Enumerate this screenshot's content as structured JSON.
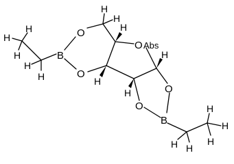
{
  "structure": {
    "atoms": {
      "o_ring_upper_left": "O",
      "o_ring_lower_left": "O",
      "b_left": "B",
      "o_furan_bridge": "O",
      "o_dioxaborolane_right": "O",
      "o_dioxaborolane_bottom": "O",
      "b_right": "B"
    },
    "hydrogens": {
      "h_ch2_top": "H",
      "h_ch2_right": "H",
      "h_ethyl_left_top": "H",
      "h_ethyl_left_left": "H",
      "h_ethyl_left_bottom": "H",
      "h_ethyl_left_ch2_upper": "H",
      "h_ethyl_left_ch2_lower": "H",
      "h_stereo_upper": "H",
      "h_stereo_lower_left": "H",
      "h_stereo_right": "H",
      "h_stereo_lower_mid": "H",
      "h_ethyl_right_ch2_left": "H",
      "h_ethyl_right_ch2_bottom": "H",
      "h_ethyl_right_top": "H",
      "h_ethyl_right_bottom": "H",
      "h_ethyl_right_end": "H"
    },
    "stereo_flag": "Abs",
    "colors": {
      "ink": "#000000",
      "background": "#ffffff"
    }
  }
}
